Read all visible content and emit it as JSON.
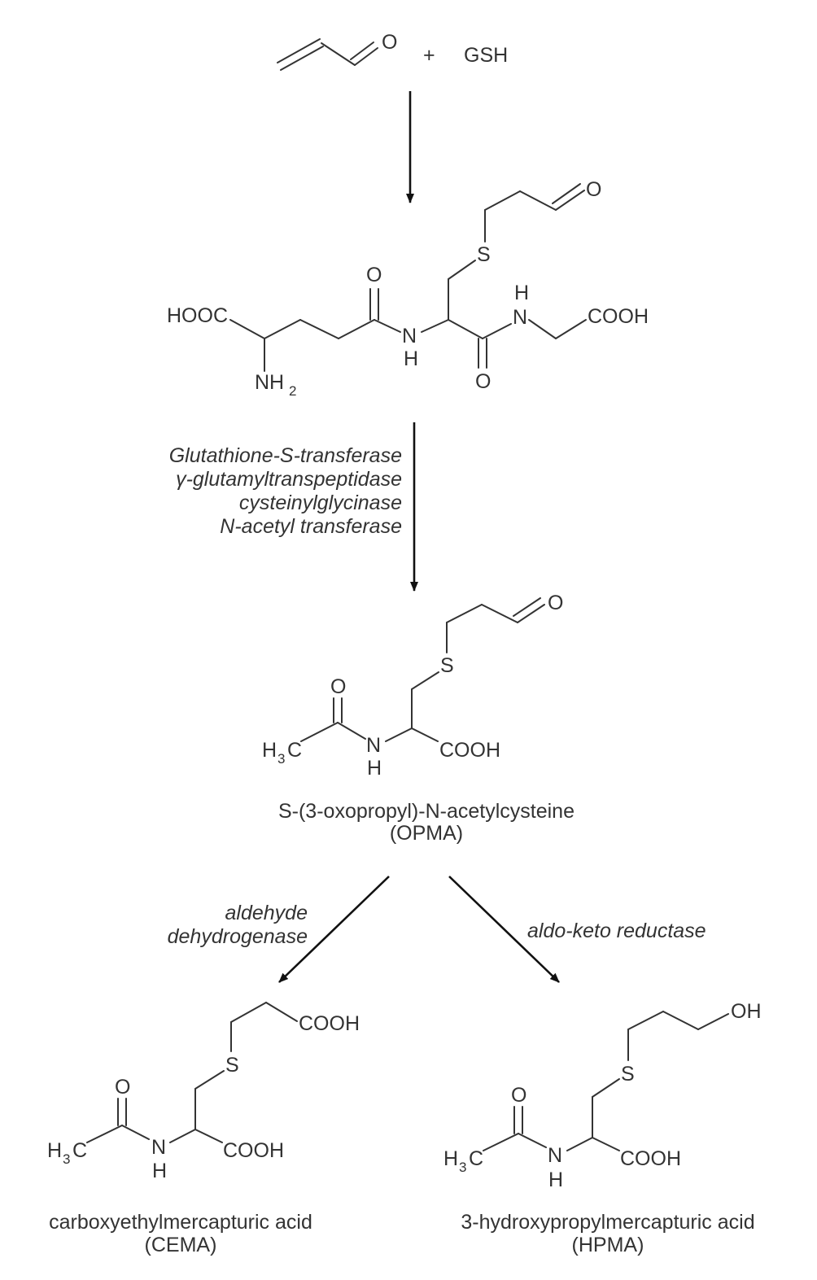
{
  "reactants": {
    "plus": "+",
    "gsh": "GSH"
  },
  "atoms": {
    "O": "O",
    "S": "S",
    "H": "H",
    "N": "N",
    "C": "C",
    "HOOC": "HOOC",
    "COOH": "COOH",
    "OH": "OH",
    "NH": "NH",
    "sub2": "2",
    "sub3": "3"
  },
  "enzymes_step1": [
    "Glutathione-S-transferase",
    "γ-glutamyltranspeptidase",
    "cysteinylglycinase",
    "N-acetyl transferase"
  ],
  "opma": {
    "name": "S-(3-oxopropyl)-N-acetylcysteine",
    "abbr": "(OPMA)"
  },
  "enzyme_left": {
    "line1": "aldehyde",
    "line2": "dehydrogenase"
  },
  "enzyme_right": "aldo-keto reductase",
  "cema": {
    "name": "carboxyethylmercapturic acid",
    "abbr": "(CEMA)"
  },
  "hpma": {
    "name": "3-hydroxypropylmercapturic acid",
    "abbr": "(HPMA)"
  }
}
